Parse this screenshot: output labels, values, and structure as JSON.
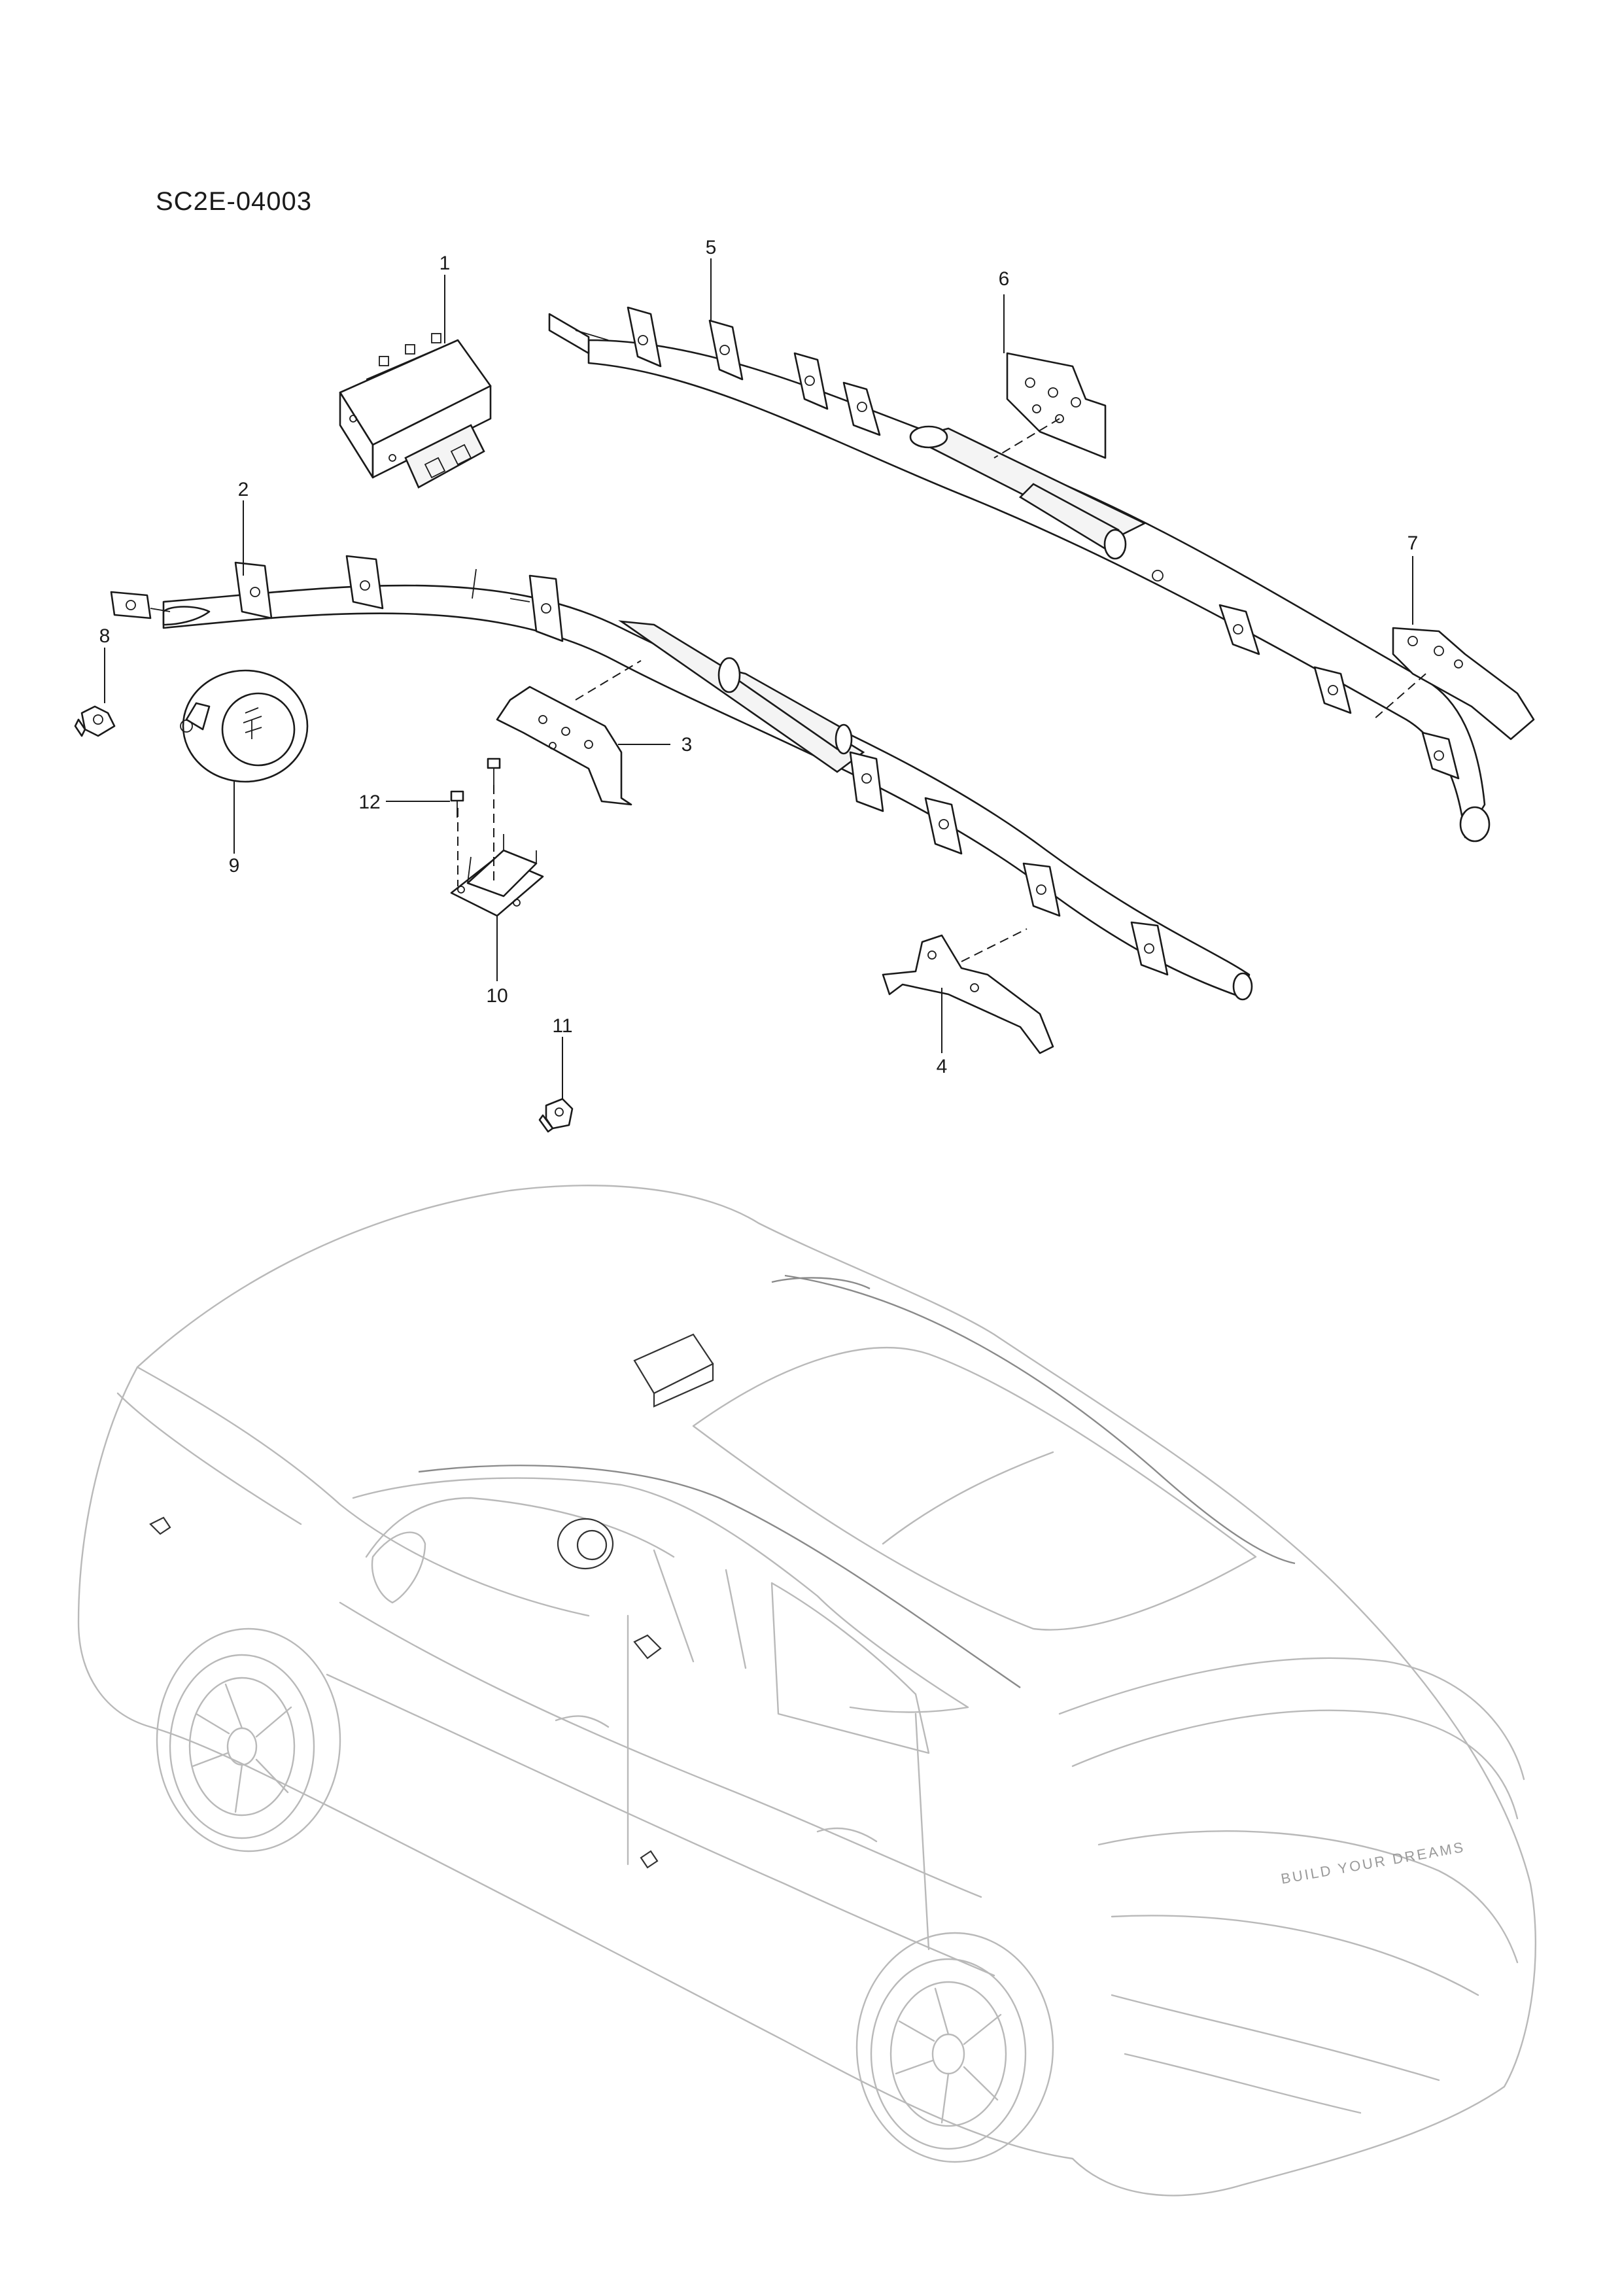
{
  "diagram": {
    "code": "SC2E-04003",
    "callouts": [
      {
        "id": "callout-1",
        "text": "1"
      },
      {
        "id": "callout-2",
        "text": "2"
      },
      {
        "id": "callout-3",
        "text": "3"
      },
      {
        "id": "callout-4",
        "text": "4"
      },
      {
        "id": "callout-5",
        "text": "5"
      },
      {
        "id": "callout-6",
        "text": "6"
      },
      {
        "id": "callout-7",
        "text": "7"
      },
      {
        "id": "callout-8",
        "text": "8"
      },
      {
        "id": "callout-9",
        "text": "9"
      },
      {
        "id": "callout-10",
        "text": "10"
      },
      {
        "id": "callout-11",
        "text": "11"
      },
      {
        "id": "callout-12",
        "text": "12"
      }
    ],
    "rear_badge": "BUILD YOUR DREAMS"
  }
}
